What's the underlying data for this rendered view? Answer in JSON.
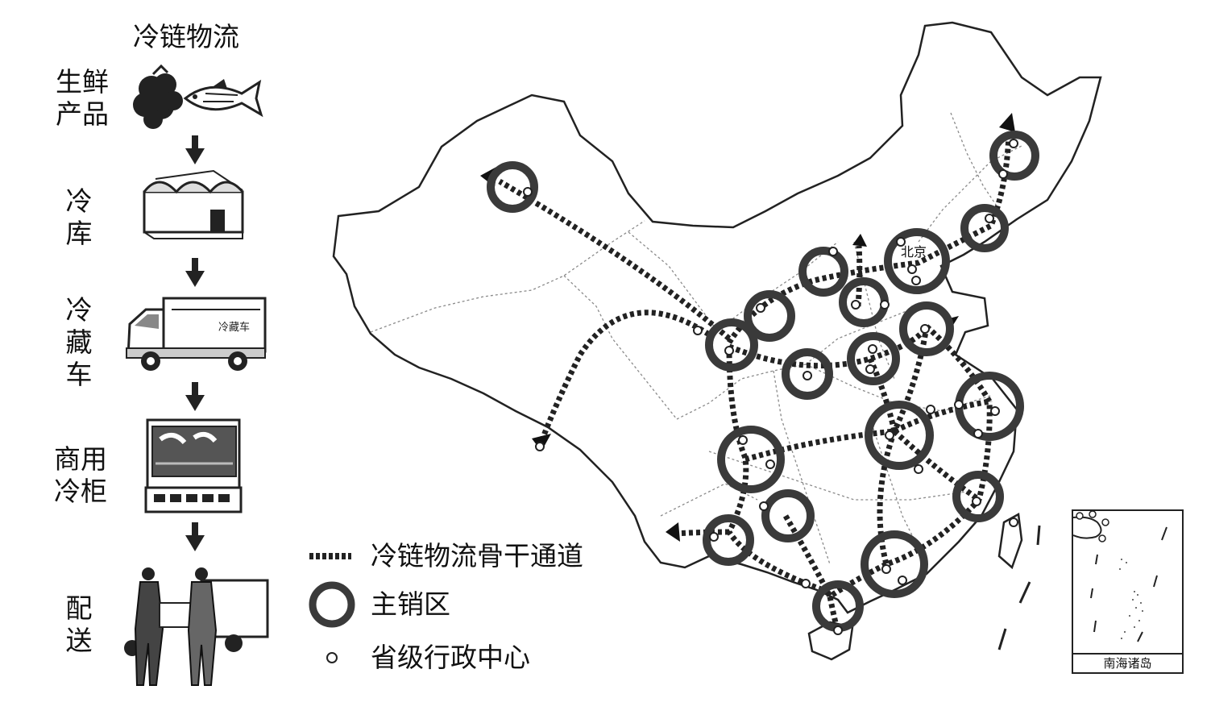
{
  "process": {
    "title": "冷链物流",
    "steps": [
      {
        "label": "生鲜产品",
        "icon": "fresh-produce-icon"
      },
      {
        "label": "冷库",
        "icon": "cold-storage-icon"
      },
      {
        "label": "冷藏车",
        "icon": "refrigerated-truck-icon",
        "truck_text": "冷藏车"
      },
      {
        "label": "商用冷柜",
        "icon": "commercial-freezer-icon"
      },
      {
        "label": "配送",
        "icon": "delivery-icon"
      }
    ]
  },
  "map": {
    "beijing_label": "北京",
    "inset_label": "南海诸岛"
  },
  "legend": [
    {
      "symbol": "dashed-corridor",
      "label": "冷链物流骨干通道"
    },
    {
      "symbol": "thick-ring",
      "label": "主销区"
    },
    {
      "symbol": "small-circle",
      "label": "省级行政中心"
    }
  ],
  "colors": {
    "ink": "#111111",
    "ring": "#3a3a3a",
    "border": "#222222",
    "province_border": "#8a8a8a"
  }
}
